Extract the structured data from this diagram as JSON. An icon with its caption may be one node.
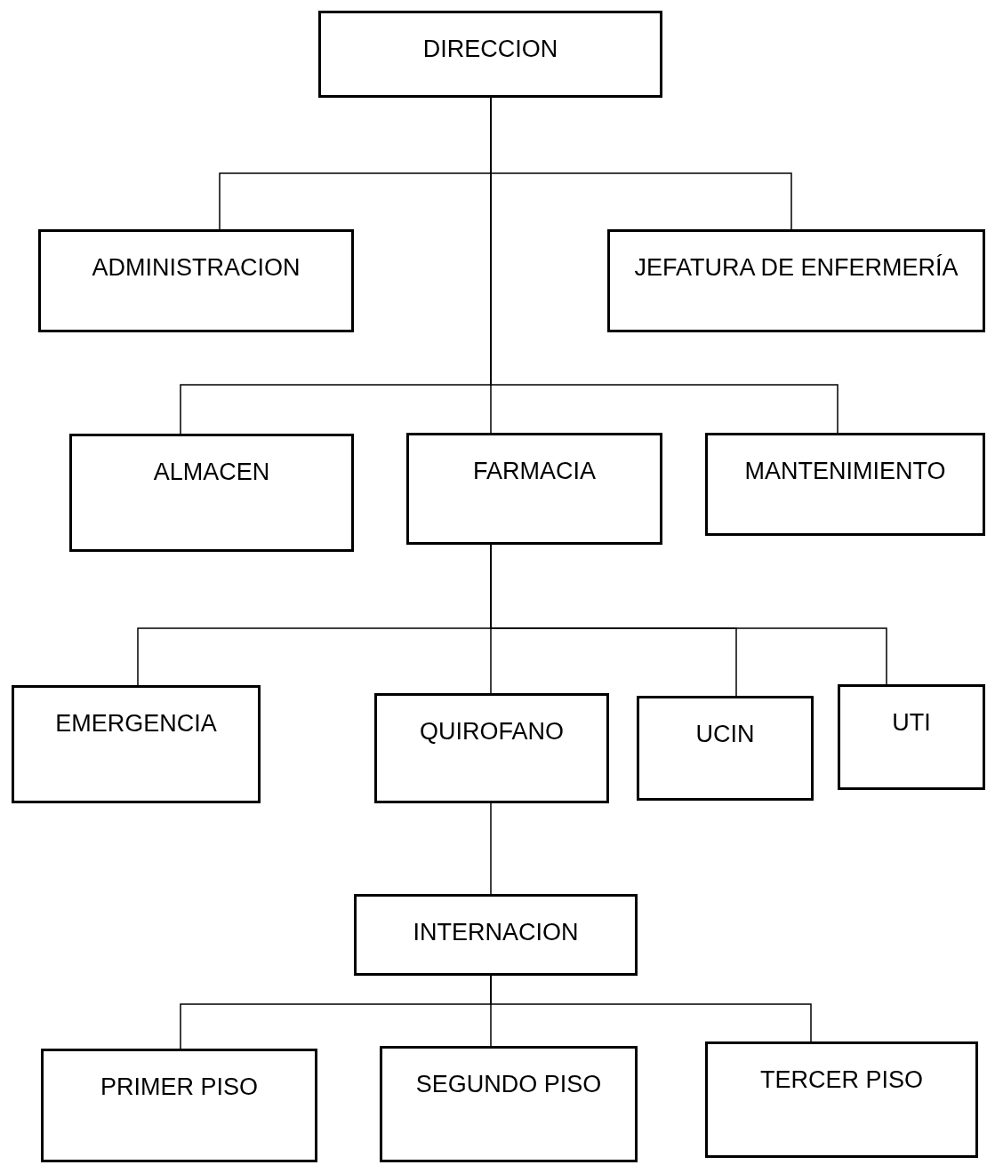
{
  "diagram": {
    "nodes": [
      {
        "text": [
          "DIRECCION"
        ]
      },
      {
        "text": [
          "ADMINISTRACION"
        ]
      },
      {
        "text": [
          "JEFATURA DE ENFERMERÍA"
        ]
      },
      {
        "text": [
          "ALMACEN"
        ]
      },
      {
        "text": [
          "FARMACIA"
        ]
      },
      {
        "text": [
          "MANTENIMIENTO"
        ]
      },
      {
        "text": [
          "EMERGENCIA"
        ]
      },
      {
        "text": [
          "QUIROFANO"
        ]
      },
      {
        "text": [
          "UCIN"
        ]
      },
      {
        "text": [
          "UTI"
        ]
      },
      {
        "text": [
          "INTERNACION"
        ]
      },
      {
        "text": [
          "PRIMER PISO"
        ]
      },
      {
        "text": [
          "SEGUNDO PISO"
        ]
      },
      {
        "text": [
          "TERCER PISO"
        ]
      }
    ],
    "edges": [
      {
        "from": 0,
        "to": 1,
        "arrow": "none"
      },
      {
        "from": 0,
        "to": 2,
        "arrow": "none"
      },
      {
        "from": 0,
        "to": 3,
        "arrow": "none"
      },
      {
        "from": 0,
        "to": 4,
        "arrow": "none"
      },
      {
        "from": 0,
        "to": 5,
        "arrow": "none"
      },
      {
        "from": 4,
        "to": 6,
        "arrow": "none"
      },
      {
        "from": 4,
        "to": 7,
        "arrow": "none"
      },
      {
        "from": 4,
        "to": 8,
        "arrow": "none"
      },
      {
        "from": 4,
        "to": 9,
        "arrow": "none"
      },
      {
        "from": 7,
        "to": 10,
        "arrow": "none"
      },
      {
        "from": 10,
        "to": 11,
        "arrow": "none"
      },
      {
        "from": 10,
        "to": 12,
        "arrow": "none"
      },
      {
        "from": 10,
        "to": 13,
        "arrow": "none"
      }
    ]
  }
}
